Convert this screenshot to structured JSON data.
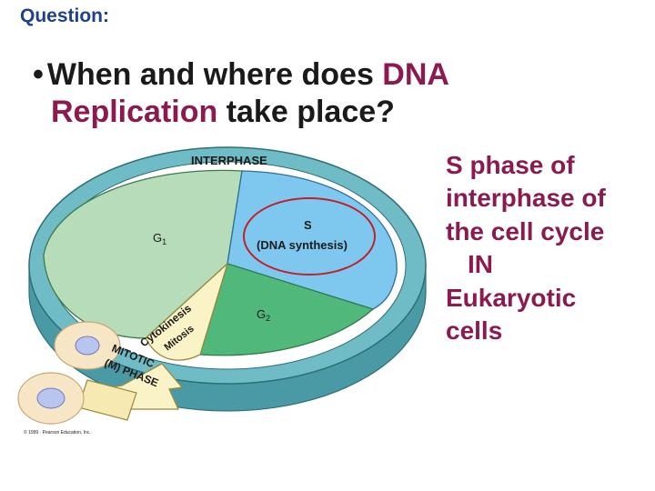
{
  "slide": {
    "heading": "Question:",
    "question": {
      "bullet": "•",
      "part1": "When and where does ",
      "highlight1": "DNA",
      "highlight2": "Replication",
      "part2": " take place?"
    },
    "answer_lines": [
      "S phase of",
      "interphase of",
      "the cell cycle",
      "IN",
      "Eukaryotic",
      "cells"
    ]
  },
  "diagram": {
    "ring_label": "INTERPHASE",
    "g1_label": "G",
    "g1_sub": "1",
    "s_label": "S",
    "s_detail": "(DNA synthesis)",
    "g2_label": "G",
    "g2_sub": "2",
    "cytokinesis_label": "Cytokinesis",
    "mitosis_label": "Mitosis",
    "mitotic_label_line1": "MITOTIC",
    "mitotic_label_line2": "(M) PHASE",
    "copyright": "© 1999 · Pearson Education, Inc."
  },
  "colors": {
    "heading": "#1f3f8f",
    "accent": "#8b1a4f",
    "ring": "#6fbcc7",
    "g1": "#b7dcb9",
    "s_phase": "#7ec8f0",
    "g2": "#4fb87a",
    "mitotic": "#fbf3c8",
    "highlight_ellipse": "#c0202a"
  }
}
